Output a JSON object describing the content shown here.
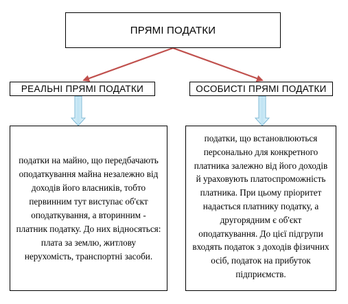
{
  "diagram": {
    "title": "ПРЯМІ ПОДАТКИ",
    "categories": [
      {
        "label": "РЕАЛЬНІ ПРЯМІ ПОДАТКИ",
        "description": "податки на майно, що передбачають оподаткування майна незалежно від доходів його власників, тобто первинним тут виступає об'єкт оподаткування, а вторинним - платник податку. До них відносяться: плата за землю, житлову нерухомість, транспортні засоби."
      },
      {
        "label": "ОСОБИСТІ ПРЯМІ ПОДАТКИ",
        "description": "податки, що встановлюються персонально для конкретного платника залежно від його доходів й ураховують платоспроможність платника. При цьому пріоритет надається платнику податку, а другорядним є об'єкт оподаткування. До цієї підгрупи входять податок з доходів фізичних осіб, податок на прибуток підприємств."
      }
    ],
    "colors": {
      "arrow_red": "#c0504d",
      "arrow_blue_fill": "#cfe9f6",
      "arrow_blue_stroke": "#7fb9d6"
    }
  }
}
